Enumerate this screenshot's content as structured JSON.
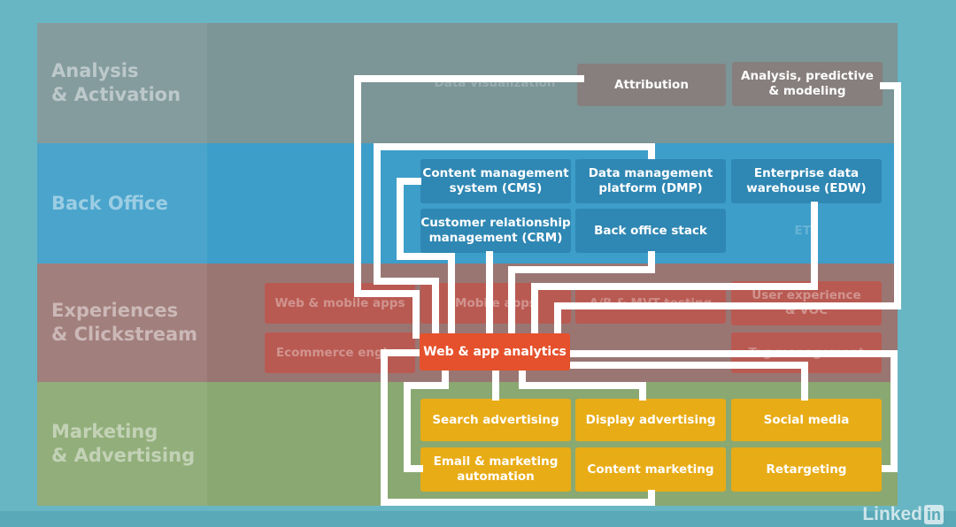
{
  "bands": [
    {
      "line1": "Analysis",
      "line2": "& Activation",
      "color": "#7c9597"
    },
    {
      "line1": "Back Office",
      "line2": "",
      "color": "#3d9ec9"
    },
    {
      "line1": "Experiences",
      "line2": "& Clickstream",
      "color": "#9a7673"
    },
    {
      "line1": "Marketing",
      "line2": "& Advertising",
      "color": "#8aa872"
    }
  ],
  "boxes": {
    "data_visualization": "Data visualization",
    "attribution": "Attribution",
    "analysis_predictive": {
      "line1": "Analysis, predictive",
      "line2": "& modeling"
    },
    "cms": {
      "line1": "Content management",
      "line2": "system (CMS)"
    },
    "dmp": {
      "line1": "Data management",
      "line2": "platform (DMP)"
    },
    "edw": {
      "line1": "Enterprise data",
      "line2": "warehouse (EDW)"
    },
    "crm": {
      "line1": "Customer relationship",
      "line2": "management (CRM)"
    },
    "back_office_stack": "Back office stack",
    "etl": "ETL",
    "web_mobile": "Web & mobile apps",
    "mobile_apps": "Mobile apps",
    "ab_testing": "A/B & MVT testing",
    "user_experience": {
      "line1": "User experience",
      "line2": "& VOC"
    },
    "ecommerce": "Ecommerce engine",
    "tag_management": "Tag management",
    "web_app_analytics": "Web & app analytics",
    "search_advertising": "Search advertising",
    "display_advertising": "Display advertising",
    "social_media": "Social media",
    "email_marketing": {
      "line1": "Email & marketing",
      "line2": "automation"
    },
    "content_marketing": "Content marketing",
    "retargeting": "Retargeting"
  },
  "logo": {
    "text": "Linked",
    "badge": "in"
  },
  "colors": {
    "background": "#68b6c4",
    "wire": "#ffffff",
    "focus": "#e5512c",
    "marketing": "#e8ac16"
  }
}
